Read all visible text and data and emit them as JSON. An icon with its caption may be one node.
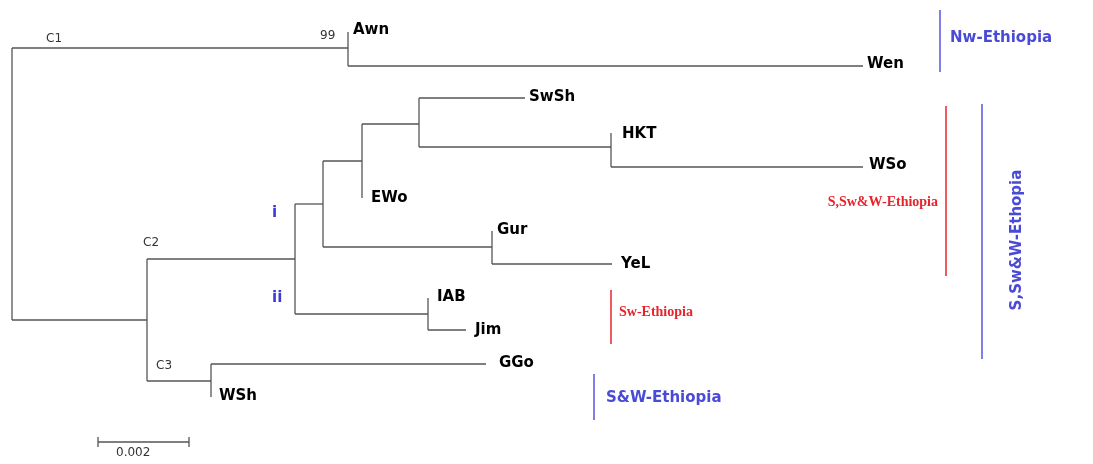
{
  "diagram": {
    "labels": [
      "C1",
      "99",
      "Awn",
      "Nw-Ethiopia",
      "Wen",
      "SwSh",
      "HKT",
      "WSo",
      "S,Sw&W-Ethiopia",
      "S,Sw&W-Ethopia",
      "EWo",
      "i",
      "Gur",
      "C2",
      "YeL",
      "ii",
      "IAB",
      "Sw-Ethiopia",
      "Jim",
      "C3",
      "GGo",
      "WSh",
      "S&W-Ethiopia",
      "0.002"
    ]
  }
}
